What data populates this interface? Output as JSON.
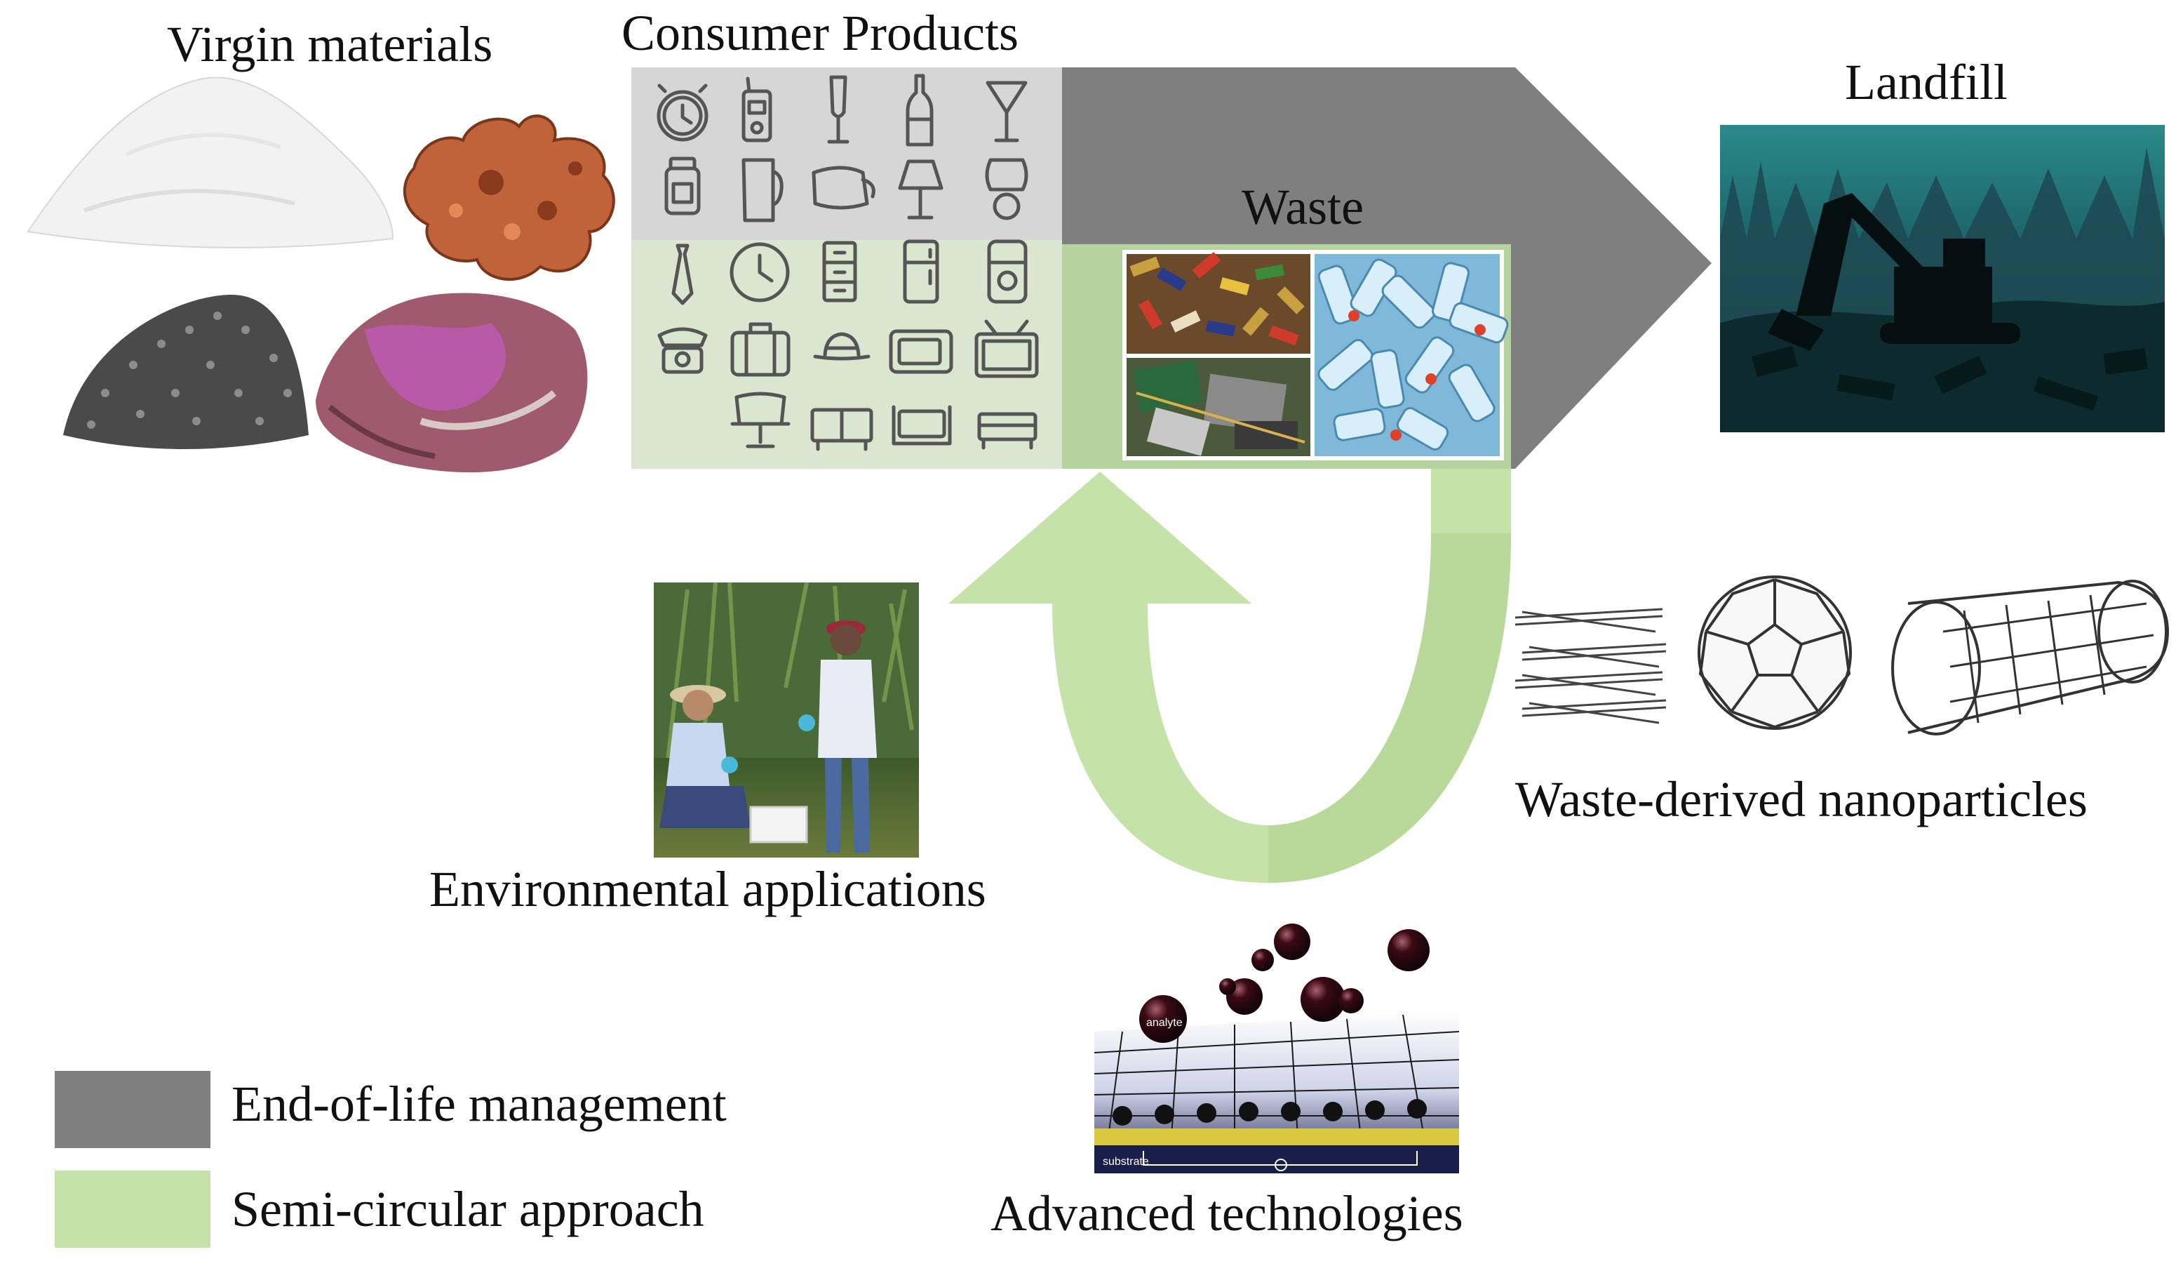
{
  "labels": {
    "virgin_materials": "Virgin materials",
    "consumer_products": "Consumer Products",
    "waste": "Waste",
    "landfill": "Landfill",
    "environmental_applications": "Environmental applications",
    "waste_derived_nanoparticles": "Waste-derived nanoparticles",
    "advanced_technologies": "Advanced technologies"
  },
  "inset_text": {
    "analyte": "analyte",
    "substrate": "substrate"
  },
  "legend": {
    "items": [
      {
        "label": "End-of-life management",
        "color": "#7f7f7f"
      },
      {
        "label": "Semi-circular approach",
        "color": "#c5e3a9"
      }
    ]
  },
  "colors": {
    "gray_arrow": "#7f7f7f",
    "green_arrow": "#c5e3a9",
    "products_box_top": "#d6d6d6",
    "products_box_bottom": "#dbe6d0"
  },
  "icons": {
    "virgin_materials": [
      "sand-pile-icon",
      "copper-nugget-icon",
      "metal-pellets-icon",
      "mineral-rock-icon"
    ],
    "consumer_products": [
      "alarm-clock-icon",
      "radio-icon",
      "wine-glass-icon",
      "bottle-icon",
      "martini-glass-icon",
      "jar-icon",
      "pitcher-icon",
      "kettle-icon",
      "table-lamp-icon",
      "desk-lamp-icon",
      "necktie-icon",
      "wall-clock-icon",
      "cabinet-icon",
      "fridge-icon",
      "washing-machine-icon",
      "telephone-icon",
      "suitcase-icon",
      "hat-icon",
      "microwave-icon",
      "television-icon",
      "office-chair-icon",
      "sideboard-icon",
      "sofa-icon",
      "bench-icon"
    ],
    "waste_photos": [
      "battery-waste-photo",
      "plastic-bottle-waste-photo",
      "electronic-waste-photo"
    ],
    "landfill": "excavator-landfill-photo",
    "environmental": "field-sampling-photo",
    "nanoparticles": [
      "graphene-sheets-icon",
      "fullerene-icon",
      "carbon-nanotube-icon"
    ],
    "technology": "sensor-surface-icon"
  }
}
